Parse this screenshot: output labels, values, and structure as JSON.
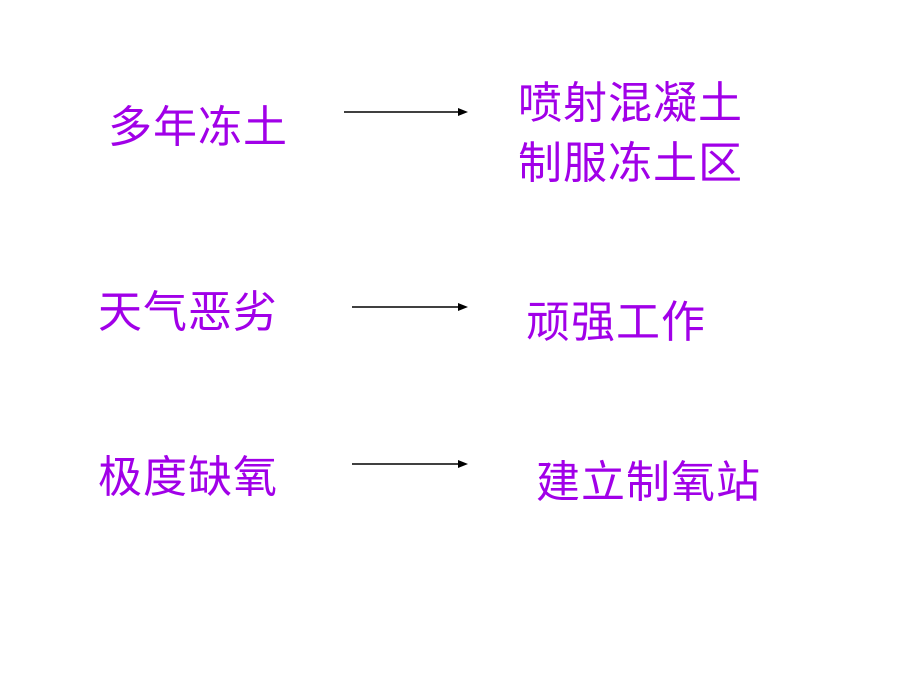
{
  "slide": {
    "text_color": "#a100e8",
    "arrow_color": "#000000",
    "rows": [
      {
        "condition": "多年冻土",
        "measure_lines": [
          "喷射混凝土",
          "制服冻土区"
        ]
      },
      {
        "condition": "天气恶劣",
        "measure_lines": [
          "顽强工作"
        ]
      },
      {
        "condition": "极度缺氧",
        "measure_lines": [
          "建立制氧站"
        ]
      }
    ]
  }
}
